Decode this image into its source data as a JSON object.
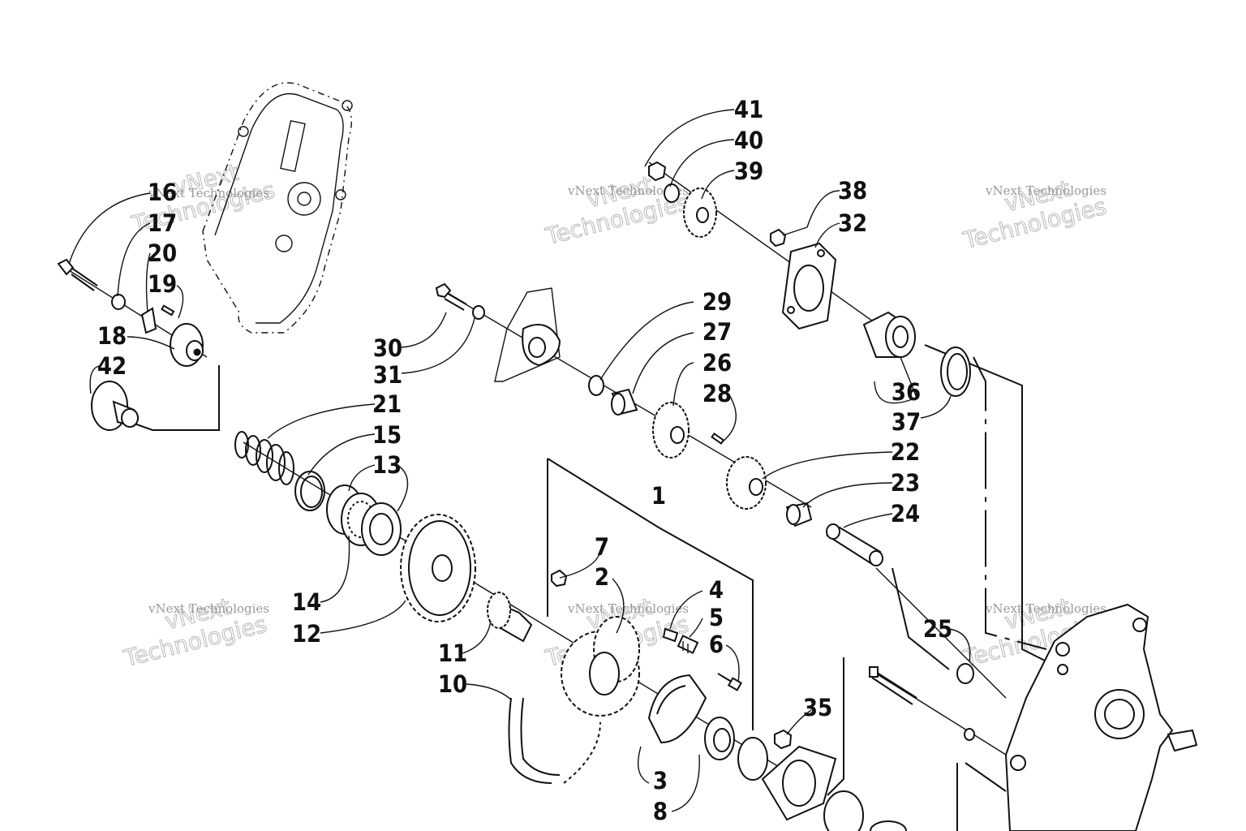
{
  "callouts": [
    {
      "id": "c1",
      "text": "1"
    },
    {
      "id": "c2",
      "text": "2"
    },
    {
      "id": "c3",
      "text": "3"
    },
    {
      "id": "c4",
      "text": "4"
    },
    {
      "id": "c5",
      "text": "5"
    },
    {
      "id": "c6",
      "text": "6"
    },
    {
      "id": "c7",
      "text": "7"
    },
    {
      "id": "c8",
      "text": "8"
    },
    {
      "id": "c10",
      "text": "10"
    },
    {
      "id": "c11",
      "text": "11"
    },
    {
      "id": "c12",
      "text": "12"
    },
    {
      "id": "c13",
      "text": "13"
    },
    {
      "id": "c14",
      "text": "14"
    },
    {
      "id": "c15",
      "text": "15"
    },
    {
      "id": "c16",
      "text": "16"
    },
    {
      "id": "c17",
      "text": "17"
    },
    {
      "id": "c18",
      "text": "18"
    },
    {
      "id": "c19",
      "text": "19"
    },
    {
      "id": "c20",
      "text": "20"
    },
    {
      "id": "c21",
      "text": "21"
    },
    {
      "id": "c22",
      "text": "22"
    },
    {
      "id": "c23",
      "text": "23"
    },
    {
      "id": "c24",
      "text": "24"
    },
    {
      "id": "c25",
      "text": "25"
    },
    {
      "id": "c26",
      "text": "26"
    },
    {
      "id": "c27",
      "text": "27"
    },
    {
      "id": "c28",
      "text": "28"
    },
    {
      "id": "c29",
      "text": "29"
    },
    {
      "id": "c30",
      "text": "30"
    },
    {
      "id": "c31",
      "text": "31"
    },
    {
      "id": "c32",
      "text": "32"
    },
    {
      "id": "c35",
      "text": "35"
    },
    {
      "id": "c36",
      "text": "36"
    },
    {
      "id": "c37",
      "text": "37"
    },
    {
      "id": "c38",
      "text": "38"
    },
    {
      "id": "c39",
      "text": "39"
    },
    {
      "id": "c40",
      "text": "40"
    },
    {
      "id": "c41",
      "text": "41"
    },
    {
      "id": "c42",
      "text": "42"
    }
  ],
  "watermark": {
    "line1": "vNext Technologies",
    "line2": "vNext",
    "line3": "Technologies"
  },
  "colors": {
    "ink": "#111111",
    "paper": "#ffffff",
    "watermark": "#9a9a9a"
  }
}
